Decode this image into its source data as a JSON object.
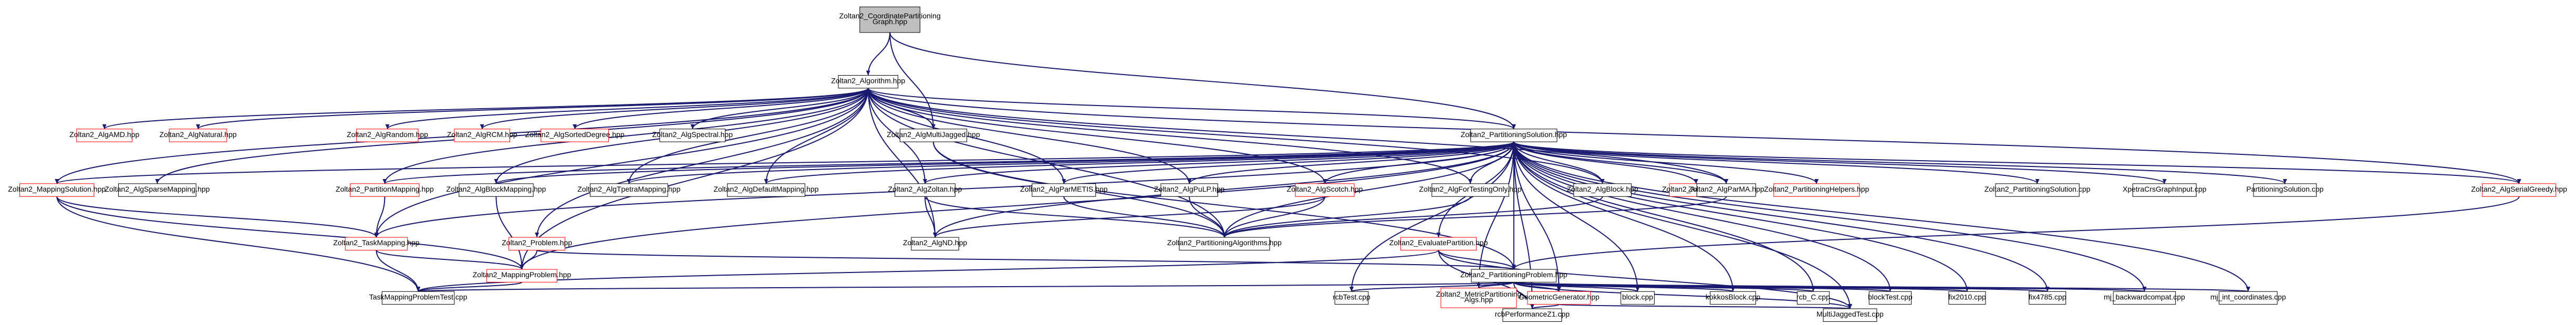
{
  "diagram": {
    "edge_color": "#191970",
    "node_border_normal": "#000000",
    "node_border_missing": "#ff0000",
    "root_fill": "#bfbfbf",
    "nodes": {
      "root": {
        "lines": [
          "Zoltan2_CoordinatePartitioning",
          "Graph.hpp"
        ],
        "style": "root"
      },
      "alg": {
        "lines": [
          "Zoltan2_Algorithm.hpp"
        ],
        "style": "normal"
      },
      "ps": {
        "lines": [
          "Zoltan2_PartitioningSolution.hpp"
        ],
        "style": "normal"
      },
      "mj": {
        "lines": [
          "Zoltan2_AlgMultiJagged.hpp"
        ],
        "style": "normal"
      },
      "amd": {
        "lines": [
          "Zoltan2_AlgAMD.hpp"
        ],
        "style": "red"
      },
      "natural": {
        "lines": [
          "Zoltan2_AlgNatural.hpp"
        ],
        "style": "red"
      },
      "random": {
        "lines": [
          "Zoltan2_AlgRandom.hpp"
        ],
        "style": "red"
      },
      "rcm": {
        "lines": [
          "Zoltan2_AlgRCM.hpp"
        ],
        "style": "red"
      },
      "sorted": {
        "lines": [
          "Zoltan2_AlgSortedDegree.hpp"
        ],
        "style": "red"
      },
      "spectral": {
        "lines": [
          "Zoltan2_AlgSpectral.hpp"
        ],
        "style": "normal"
      },
      "adapter": {
        "lines": [
          "Zoltan2_Adapter.hpp"
        ],
        "style": "red"
      },
      "phelp": {
        "lines": [
          "Zoltan2_PartitioningHelpers.hpp"
        ],
        "style": "red"
      },
      "pscpp": {
        "lines": [
          "Zoltan2_PartitioningSolution.cpp"
        ],
        "style": "normal"
      },
      "xpetra": {
        "lines": [
          "XpetraCrsGraphInput.cpp"
        ],
        "style": "normal"
      },
      "partsol": {
        "lines": [
          "PartitioningSolution.cpp"
        ],
        "style": "normal"
      },
      "msol": {
        "lines": [
          "Zoltan2_MappingSolution.hpp"
        ],
        "style": "red"
      },
      "sparse": {
        "lines": [
          "Zoltan2_AlgSparseMapping.hpp"
        ],
        "style": "normal"
      },
      "pmap": {
        "lines": [
          "Zoltan2_PartitionMapping.hpp"
        ],
        "style": "red"
      },
      "blockmap": {
        "lines": [
          "Zoltan2_AlgBlockMapping.hpp"
        ],
        "style": "normal"
      },
      "zpart": {
        "lines": [
          "Zoltan2_AlgZoltan.hpp"
        ],
        "style": "normal"
      },
      "parmetis": {
        "lines": [
          "Zoltan2_AlgParMETIS.hpp"
        ],
        "style": "normal"
      },
      "pulp": {
        "lines": [
          "Zoltan2_AlgPuLP.hpp"
        ],
        "style": "normal"
      },
      "scotch": {
        "lines": [
          "Zoltan2_AlgScotch.hpp"
        ],
        "style": "red"
      },
      "fortest": {
        "lines": [
          "Zoltan2_AlgForTestingOnly.hpp"
        ],
        "style": "normal"
      },
      "algblock": {
        "lines": [
          "Zoltan2_AlgBlock.hpp"
        ],
        "style": "normal"
      },
      "parma": {
        "lines": [
          "Zoltan2_AlgParMA.hpp"
        ],
        "style": "normal"
      },
      "serialg": {
        "lines": [
          "Zoltan2_AlgSerialGreedy.hpp"
        ],
        "style": "red"
      },
      "tpetra": {
        "lines": [
          "Zoltan2_AlgTpetraMapping.hpp"
        ],
        "style": "normal"
      },
      "defmap": {
        "lines": [
          "Zoltan2_AlgDefaultMapping.hpp"
        ],
        "style": "normal"
      },
      "tmap": {
        "lines": [
          "Zoltan2_TaskMapping.hpp"
        ],
        "style": "red"
      },
      "prob": {
        "lines": [
          "Zoltan2_Problem.hpp"
        ],
        "style": "red"
      },
      "nd": {
        "lines": [
          "Zoltan2_AlgND.hpp"
        ],
        "style": "normal"
      },
      "palgs": {
        "lines": [
          "Zoltan2_PartitioningAlgorithms.hpp"
        ],
        "style": "normal"
      },
      "evalp": {
        "lines": [
          "Zoltan2_EvaluatePartition.hpp"
        ],
        "style": "red"
      },
      "mprob": {
        "lines": [
          "Zoltan2_MappingProblem.hpp"
        ],
        "style": "red"
      },
      "pprob": {
        "lines": [
          "Zoltan2_PartitioningProblem.hpp"
        ],
        "style": "normal"
      },
      "tmtest": {
        "lines": [
          "TaskMappingProblemTest.cpp"
        ],
        "style": "normal"
      },
      "rcbtest": {
        "lines": [
          "rcbTest.cpp"
        ],
        "style": "normal"
      },
      "mpalgs": {
        "lines": [
          "Zoltan2_MetricPartitioning",
          "Algs.hpp"
        ],
        "style": "red"
      },
      "geogen": {
        "lines": [
          "GeometricGenerator.hpp"
        ],
        "style": "red"
      },
      "blockc": {
        "lines": [
          "block.cpp"
        ],
        "style": "normal"
      },
      "kokkos": {
        "lines": [
          "kokkosBlock.cpp"
        ],
        "style": "normal"
      },
      "rcbc": {
        "lines": [
          "rcb_C.cpp"
        ],
        "style": "normal"
      },
      "blocktest": {
        "lines": [
          "blockTest.cpp"
        ],
        "style": "normal"
      },
      "fix2010": {
        "lines": [
          "fix2010.cpp"
        ],
        "style": "normal"
      },
      "fix4785": {
        "lines": [
          "fix4785.cpp"
        ],
        "style": "normal"
      },
      "mjback": {
        "lines": [
          "mj_backwardcompat.cpp"
        ],
        "style": "normal"
      },
      "mjint": {
        "lines": [
          "mj_int_coordinates.cpp"
        ],
        "style": "normal"
      },
      "rcbperf": {
        "lines": [
          "rcbPerformanceZ1.cpp"
        ],
        "style": "normal"
      },
      "mjtest": {
        "lines": [
          "MultiJaggedTest.cpp"
        ],
        "style": "normal"
      }
    },
    "edges": [
      [
        "root",
        "alg"
      ],
      [
        "root",
        "ps"
      ],
      [
        "root",
        "mj"
      ],
      [
        "alg",
        "amd"
      ],
      [
        "alg",
        "natural"
      ],
      [
        "alg",
        "random"
      ],
      [
        "alg",
        "rcm"
      ],
      [
        "alg",
        "sorted"
      ],
      [
        "alg",
        "spectral"
      ],
      [
        "alg",
        "mj"
      ],
      [
        "alg",
        "ps"
      ],
      [
        "alg",
        "msol"
      ],
      [
        "alg",
        "sparse"
      ],
      [
        "alg",
        "pmap"
      ],
      [
        "alg",
        "blockmap"
      ],
      [
        "alg",
        "zpart"
      ],
      [
        "alg",
        "parmetis"
      ],
      [
        "alg",
        "pulp"
      ],
      [
        "alg",
        "scotch"
      ],
      [
        "alg",
        "fortest"
      ],
      [
        "alg",
        "algblock"
      ],
      [
        "alg",
        "parma"
      ],
      [
        "alg",
        "serialg"
      ],
      [
        "alg",
        "tpetra"
      ],
      [
        "alg",
        "defmap"
      ],
      [
        "alg",
        "tmap"
      ],
      [
        "alg",
        "nd"
      ],
      [
        "alg",
        "palgs"
      ],
      [
        "alg",
        "prob"
      ],
      [
        "alg",
        "mprob"
      ],
      [
        "mj",
        "palgs"
      ],
      [
        "mj",
        "pprob"
      ],
      [
        "ps",
        "adapter"
      ],
      [
        "ps",
        "phelp"
      ],
      [
        "ps",
        "pscpp"
      ],
      [
        "ps",
        "xpetra"
      ],
      [
        "ps",
        "partsol"
      ],
      [
        "ps",
        "msol"
      ],
      [
        "ps",
        "pmap"
      ],
      [
        "ps",
        "blockmap"
      ],
      [
        "ps",
        "zpart"
      ],
      [
        "ps",
        "parmetis"
      ],
      [
        "ps",
        "pulp"
      ],
      [
        "ps",
        "scotch"
      ],
      [
        "ps",
        "fortest"
      ],
      [
        "ps",
        "algblock"
      ],
      [
        "ps",
        "parma"
      ],
      [
        "ps",
        "serialg"
      ],
      [
        "ps",
        "tpetra"
      ],
      [
        "ps",
        "defmap"
      ],
      [
        "ps",
        "tmap"
      ],
      [
        "ps",
        "evalp"
      ],
      [
        "ps",
        "pprob"
      ],
      [
        "ps",
        "mpalgs"
      ],
      [
        "ps",
        "geogen"
      ],
      [
        "ps",
        "rcbtest"
      ],
      [
        "ps",
        "blockc"
      ],
      [
        "ps",
        "kokkos"
      ],
      [
        "ps",
        "rcbc"
      ],
      [
        "ps",
        "blocktest"
      ],
      [
        "ps",
        "fix2010"
      ],
      [
        "ps",
        "fix4785"
      ],
      [
        "ps",
        "mjback"
      ],
      [
        "ps",
        "mjint"
      ],
      [
        "ps",
        "mprob"
      ],
      [
        "ps",
        "palgs"
      ],
      [
        "ps",
        "nd"
      ],
      [
        "ps",
        "rcbperf"
      ],
      [
        "ps",
        "mjtest"
      ],
      [
        "msol",
        "tmap"
      ],
      [
        "msol",
        "mprob"
      ],
      [
        "msol",
        "tmtest"
      ],
      [
        "pmap",
        "tmap"
      ],
      [
        "blockmap",
        "mprob"
      ],
      [
        "zpart",
        "nd"
      ],
      [
        "zpart",
        "palgs"
      ],
      [
        "parmetis",
        "palgs"
      ],
      [
        "pulp",
        "palgs"
      ],
      [
        "scotch",
        "palgs"
      ],
      [
        "scotch",
        "nd"
      ],
      [
        "fortest",
        "palgs"
      ],
      [
        "algblock",
        "palgs"
      ],
      [
        "parma",
        "palgs"
      ],
      [
        "serialg",
        "pprob"
      ],
      [
        "tmap",
        "mprob"
      ],
      [
        "tmap",
        "tmtest"
      ],
      [
        "prob",
        "mprob"
      ],
      [
        "prob",
        "pprob"
      ],
      [
        "evalp",
        "pprob"
      ],
      [
        "evalp",
        "rcbperf"
      ],
      [
        "evalp",
        "mjtest"
      ],
      [
        "evalp",
        "tmtest"
      ],
      [
        "mprob",
        "tmtest"
      ],
      [
        "pprob",
        "tmtest"
      ],
      [
        "pprob",
        "rcbtest"
      ],
      [
        "pprob",
        "mpalgs"
      ],
      [
        "pprob",
        "geogen"
      ],
      [
        "pprob",
        "blockc"
      ],
      [
        "pprob",
        "kokkos"
      ],
      [
        "pprob",
        "rcbc"
      ],
      [
        "pprob",
        "blocktest"
      ],
      [
        "pprob",
        "fix2010"
      ],
      [
        "pprob",
        "fix4785"
      ],
      [
        "pprob",
        "mjback"
      ],
      [
        "pprob",
        "mjint"
      ],
      [
        "pprob",
        "rcbperf"
      ],
      [
        "pprob",
        "mjtest"
      ],
      [
        "geogen",
        "rcbperf"
      ],
      [
        "geogen",
        "mjtest"
      ]
    ]
  }
}
